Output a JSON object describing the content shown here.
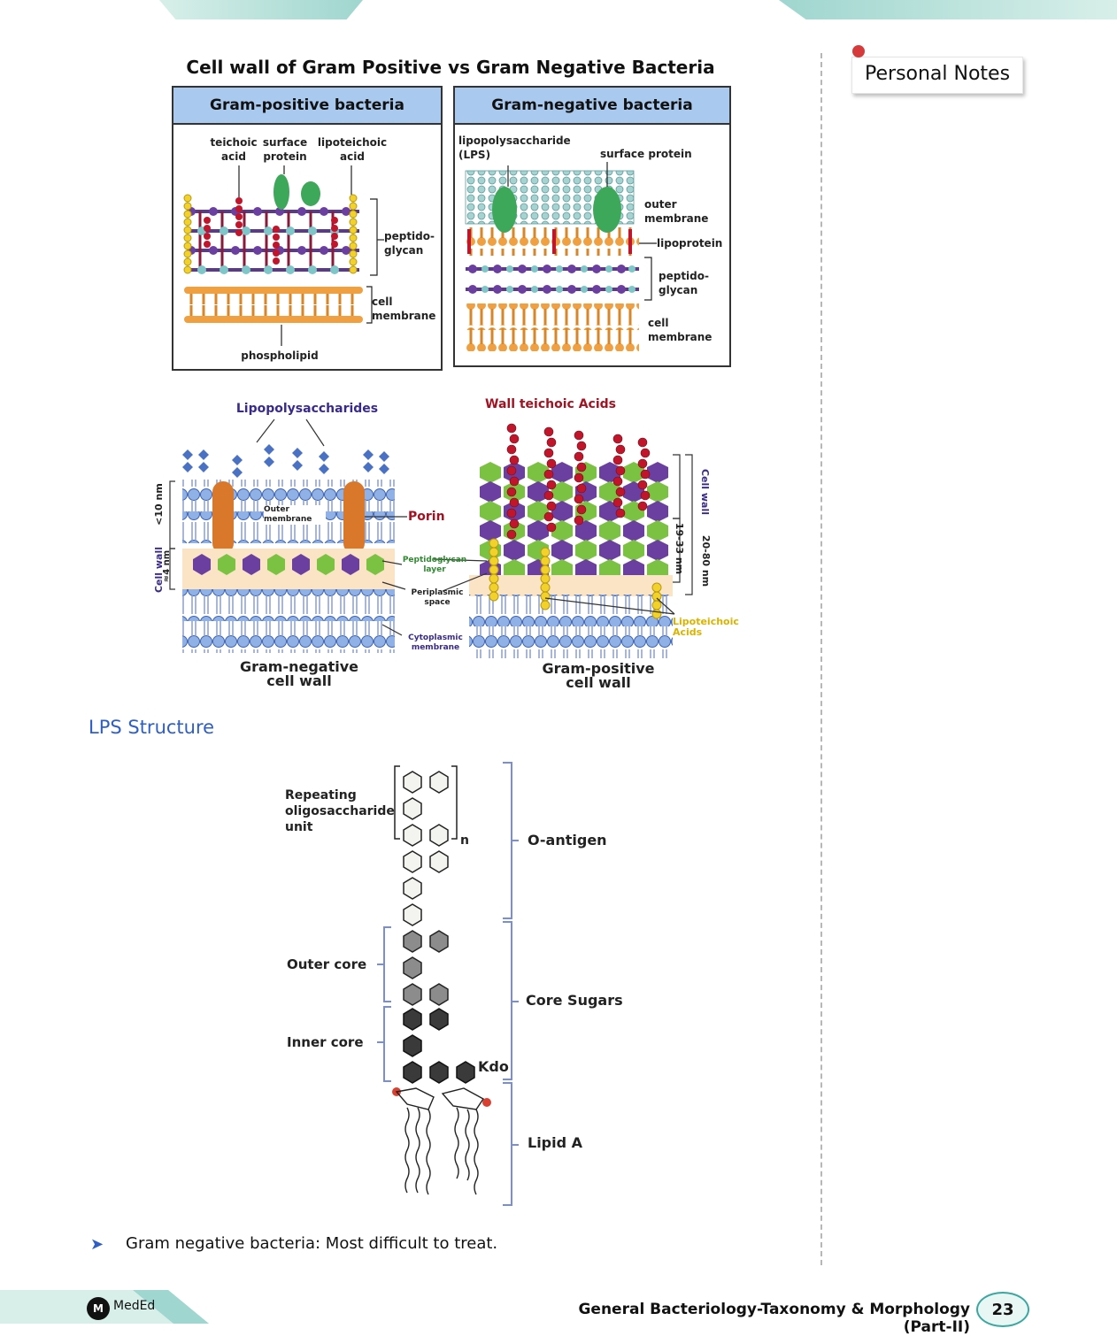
{
  "page": {
    "title": "Cell wall of Gram Positive vs Gram Negative Bacteria",
    "personal_notes": "Personal Notes",
    "page_number": "23",
    "footer_title": "General Bacteriology-Taxonomy & Morphology (Part-II)",
    "footer_logo_text": "MedEd"
  },
  "colors": {
    "accent_teal": "#3aa7a0",
    "panel_header": "#a9c9ee",
    "lps_heading": "#2f5fc4",
    "porin": "#d9782a",
    "peptidoglycan_green": "#7cc242",
    "peptidoglycan_purple": "#6b3fa0",
    "teichoic_red": "#c0152a",
    "lipoteichoic_yellow": "#f2d12b",
    "membrane_blue": "#4a72c4",
    "phospholipid_orange": "#f0a040"
  },
  "gram_positive_panel": {
    "header": "Gram-positive bacteria",
    "labels": {
      "teichoic_acid": "teichoic\nacid",
      "surface_protein": "surface\nprotein",
      "lipoteichoic_acid": "lipoteichoic\nacid",
      "peptidoglycan": "peptido-\nglycan",
      "cell_membrane": "cell\nmembrane",
      "phospholipid": "phospholipid"
    }
  },
  "gram_negative_panel": {
    "header": "Gram-negative bacteria",
    "labels": {
      "lps": "lipopolysaccharide\n(LPS)",
      "surface_protein": "surface protein",
      "outer_membrane": "outer\nmembrane",
      "lipoprotein": "lipoprotein",
      "peptidoglycan": "peptido-\nglycan",
      "cell_membrane": "cell\nmembrane"
    }
  },
  "detailed_figure": {
    "lipopolysaccharides": "Lipopolysaccharides",
    "wall_teichoic_acids": "Wall teichoic Acids",
    "porin": "Porin",
    "outer_membrane": "Outer\nmembrane",
    "peptidoglycan_layer": "Peptidoglycan\nlayer",
    "periplasmic_space": "Periplasmic\nspace",
    "cytoplasmic_membrane": "Cytoplasmic\nmembrane",
    "lipoteichoic_acids": "Lipoteichoic\nAcids",
    "gram_negative_caption": "Gram-negative\ncell wall",
    "gram_positive_caption": "Gram-positive\ncell wall",
    "cell_wall_left": "Cell wall",
    "lt10nm": "<10 nm",
    "approx4nm": "≈4 nm",
    "cell_wall_right": "Cell wall",
    "range_19_33": "19-33 nm",
    "range_20_80": "20-80 nm"
  },
  "lps_section": {
    "heading": "LPS Structure",
    "repeating_unit": "Repeating\noligosaccharide\nunit",
    "n": "n",
    "o_antigen": "O-antigen",
    "outer_core": "Outer core",
    "inner_core": "Inner core",
    "core_sugars": "Core Sugars",
    "kdo": "Kdo",
    "lipid_a": "Lipid A"
  },
  "bullet": {
    "text": "Gram negative bacteria: Most difficult to treat."
  }
}
